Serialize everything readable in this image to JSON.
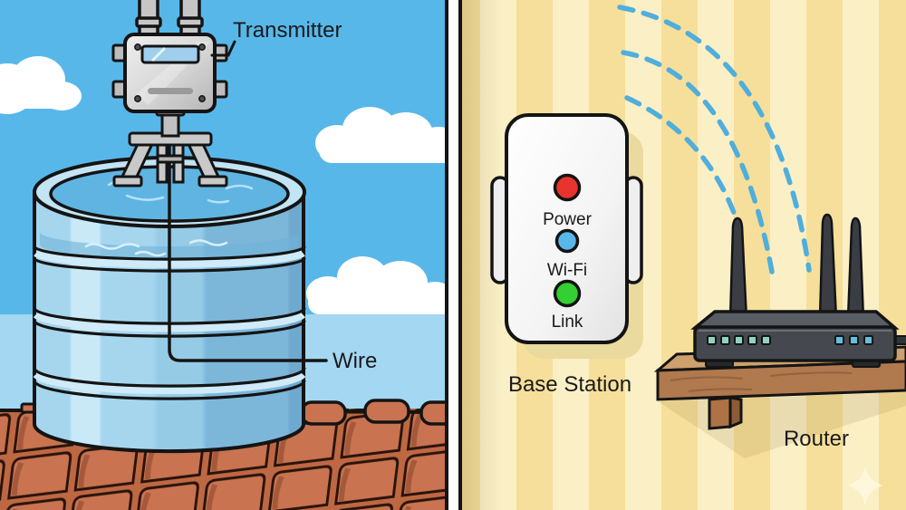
{
  "left_panel": {
    "transmitter_label": "Transmitter",
    "wire_label": "Wire"
  },
  "right_panel": {
    "base_station_label": "Base Station",
    "router_label": "Router",
    "leds": [
      {
        "label": "Power",
        "color": "#E8342C"
      },
      {
        "label": "Wi-Fi",
        "color": "#57B7E9"
      },
      {
        "label": "Link",
        "color": "#33CF33"
      }
    ]
  },
  "colors": {
    "sky": "#58B7E9",
    "sky_light": "#A3D7F2",
    "cloud": "#FFFFFF",
    "tank_light": "#A6D6EE",
    "tank_dark": "#7CB7DA",
    "water": "#60B4E2",
    "roof_tile": "#C97350",
    "roof_shadow": "#A5593A",
    "wall_light": "#FBEFC5",
    "wall_dark": "#F6DF9A",
    "wifi_arc": "#4FAEDC",
    "device_gray": "#D6D6D6",
    "screen_blue": "#9FCFEC",
    "station_white": "#F6F6F6",
    "router_dark": "#45484E",
    "shelf_wood": "#B0794E",
    "outline": "#141414"
  }
}
